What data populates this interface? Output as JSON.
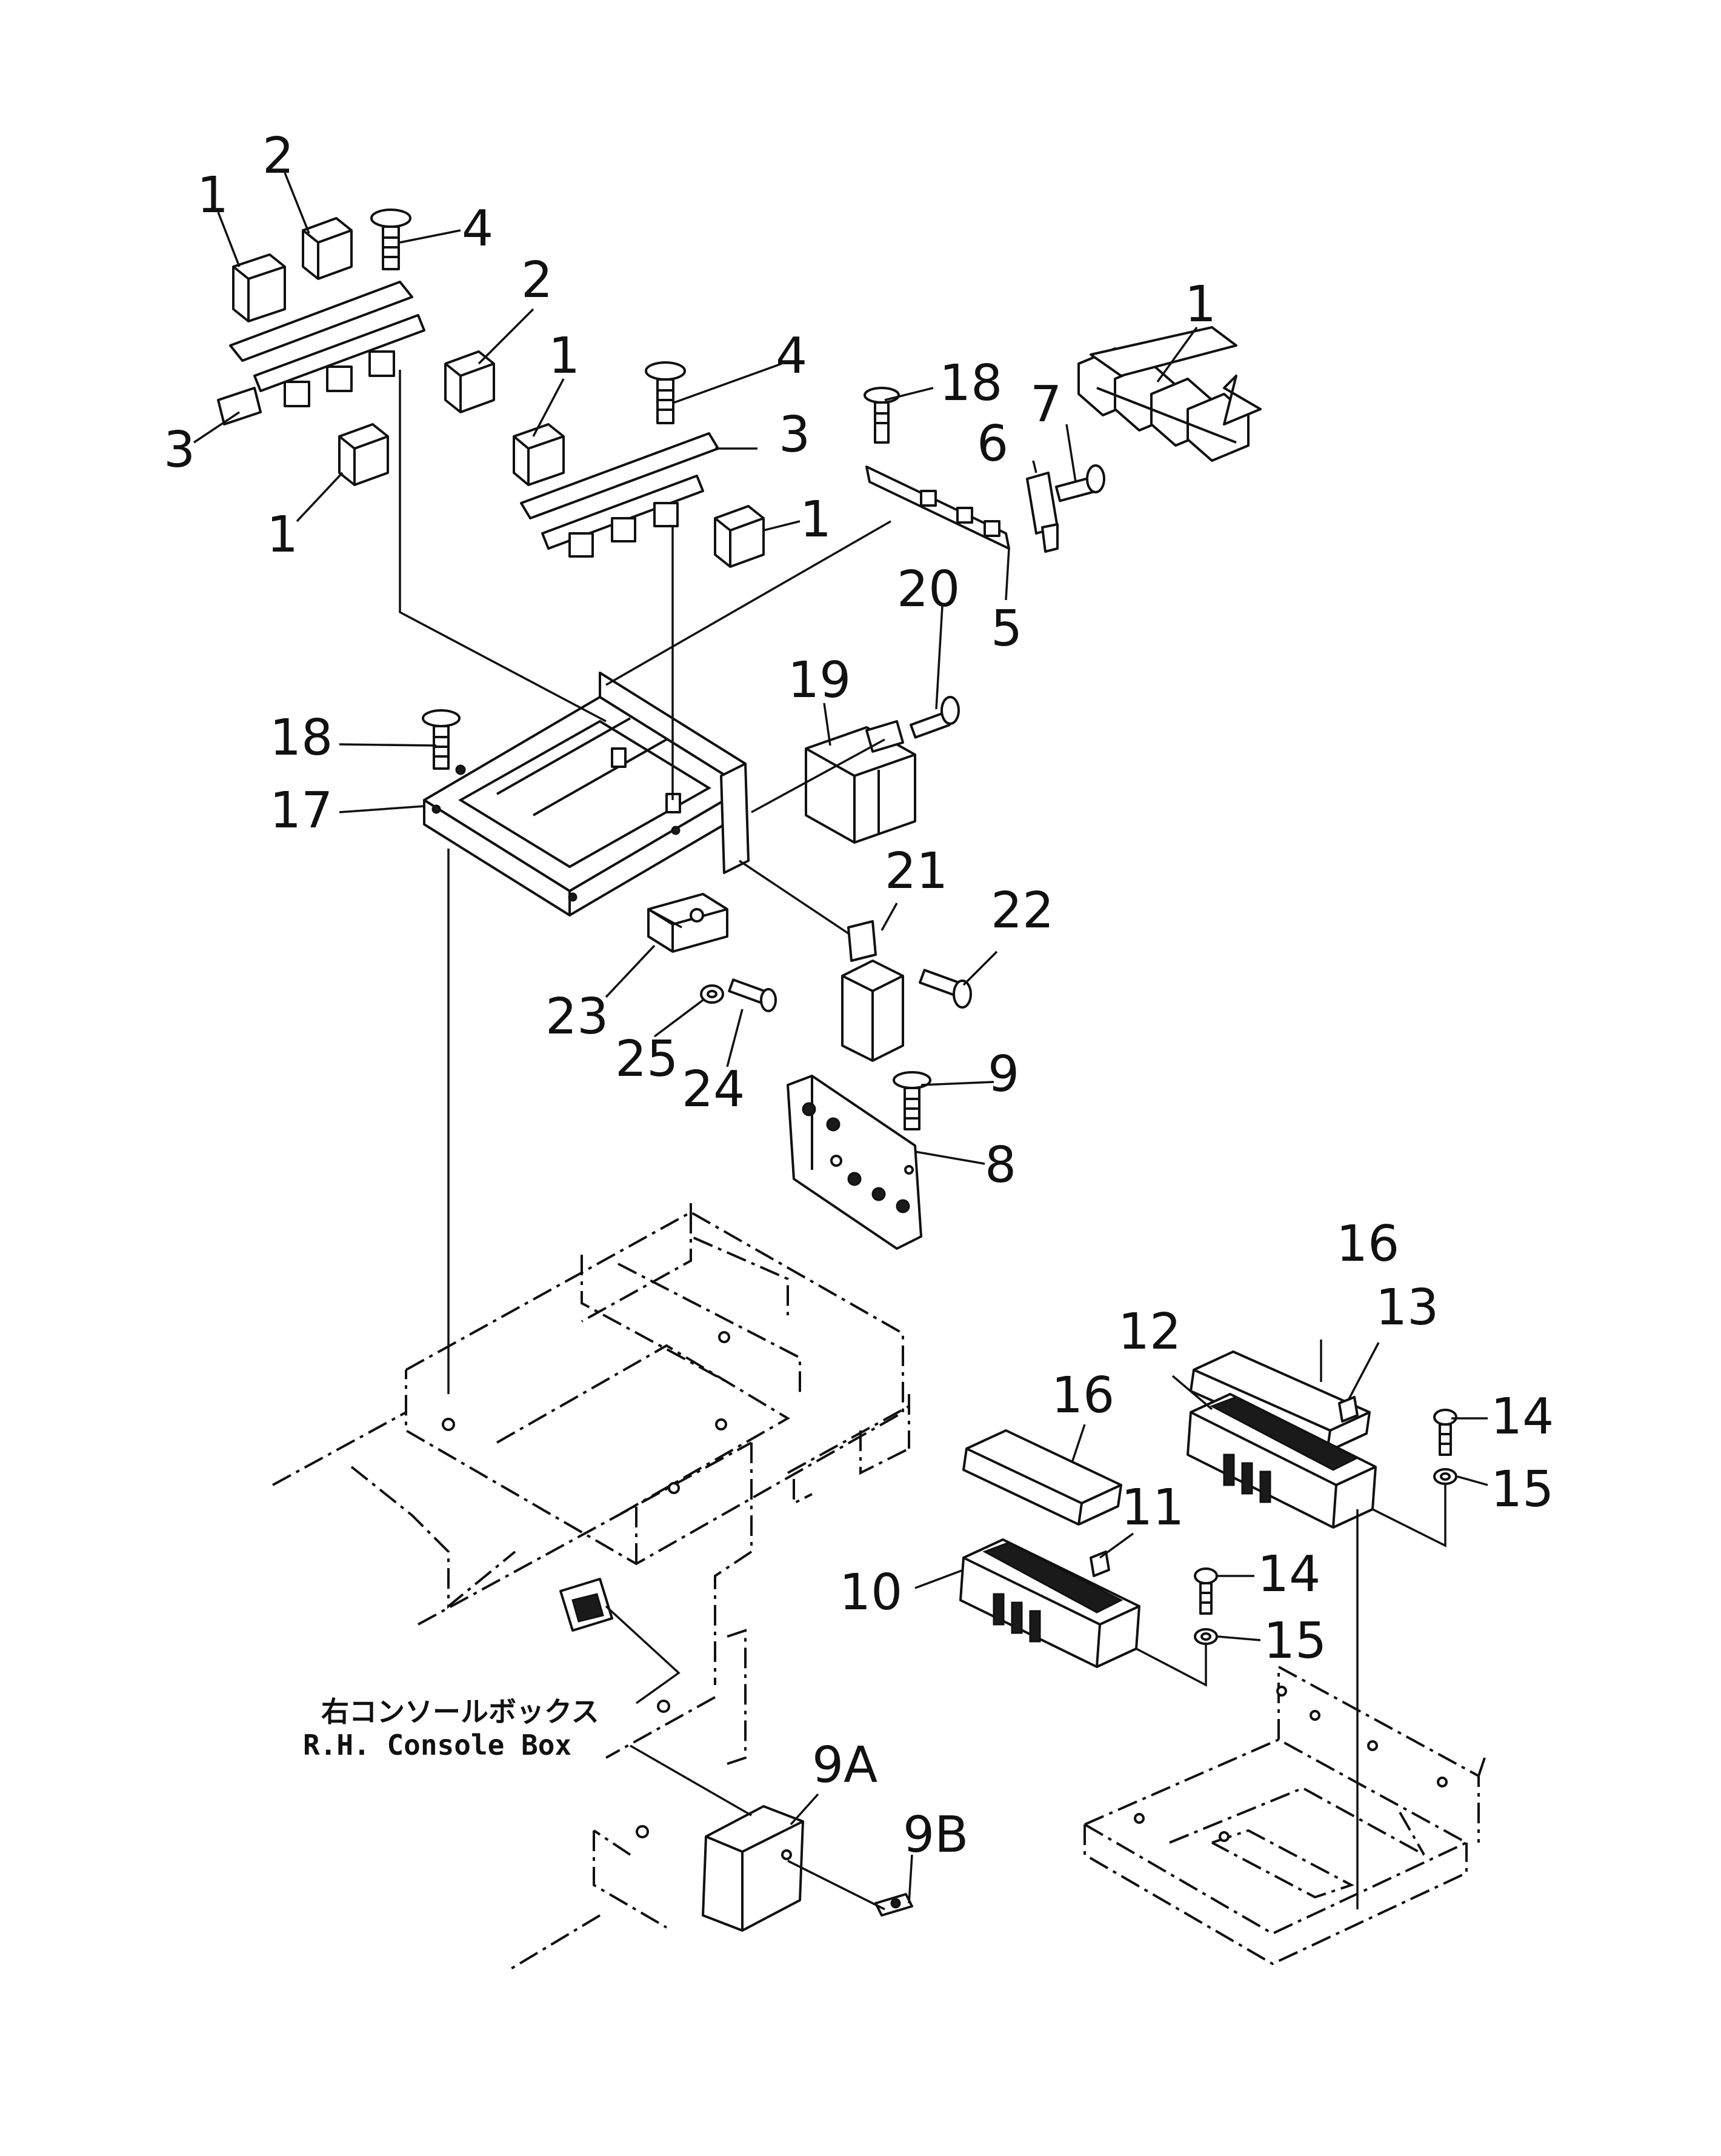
{
  "diagram": {
    "note_japanese": "右コンソールボックス",
    "note_english": "R.H. Console Box",
    "callouts": {
      "c1": "1",
      "c2": "2",
      "c3": "3",
      "c4": "4",
      "c5": "5",
      "c6": "6",
      "c7": "7",
      "c8": "8",
      "c9": "9",
      "c9a": "9A",
      "c9b": "9B",
      "c10": "10",
      "c11": "11",
      "c12": "12",
      "c13": "13",
      "c14": "14",
      "c15": "15",
      "c16": "16",
      "c17": "17",
      "c18": "18",
      "c19": "19",
      "c20": "20",
      "c21": "21",
      "c22": "22",
      "c23": "23",
      "c24": "24",
      "c25": "25"
    }
  }
}
